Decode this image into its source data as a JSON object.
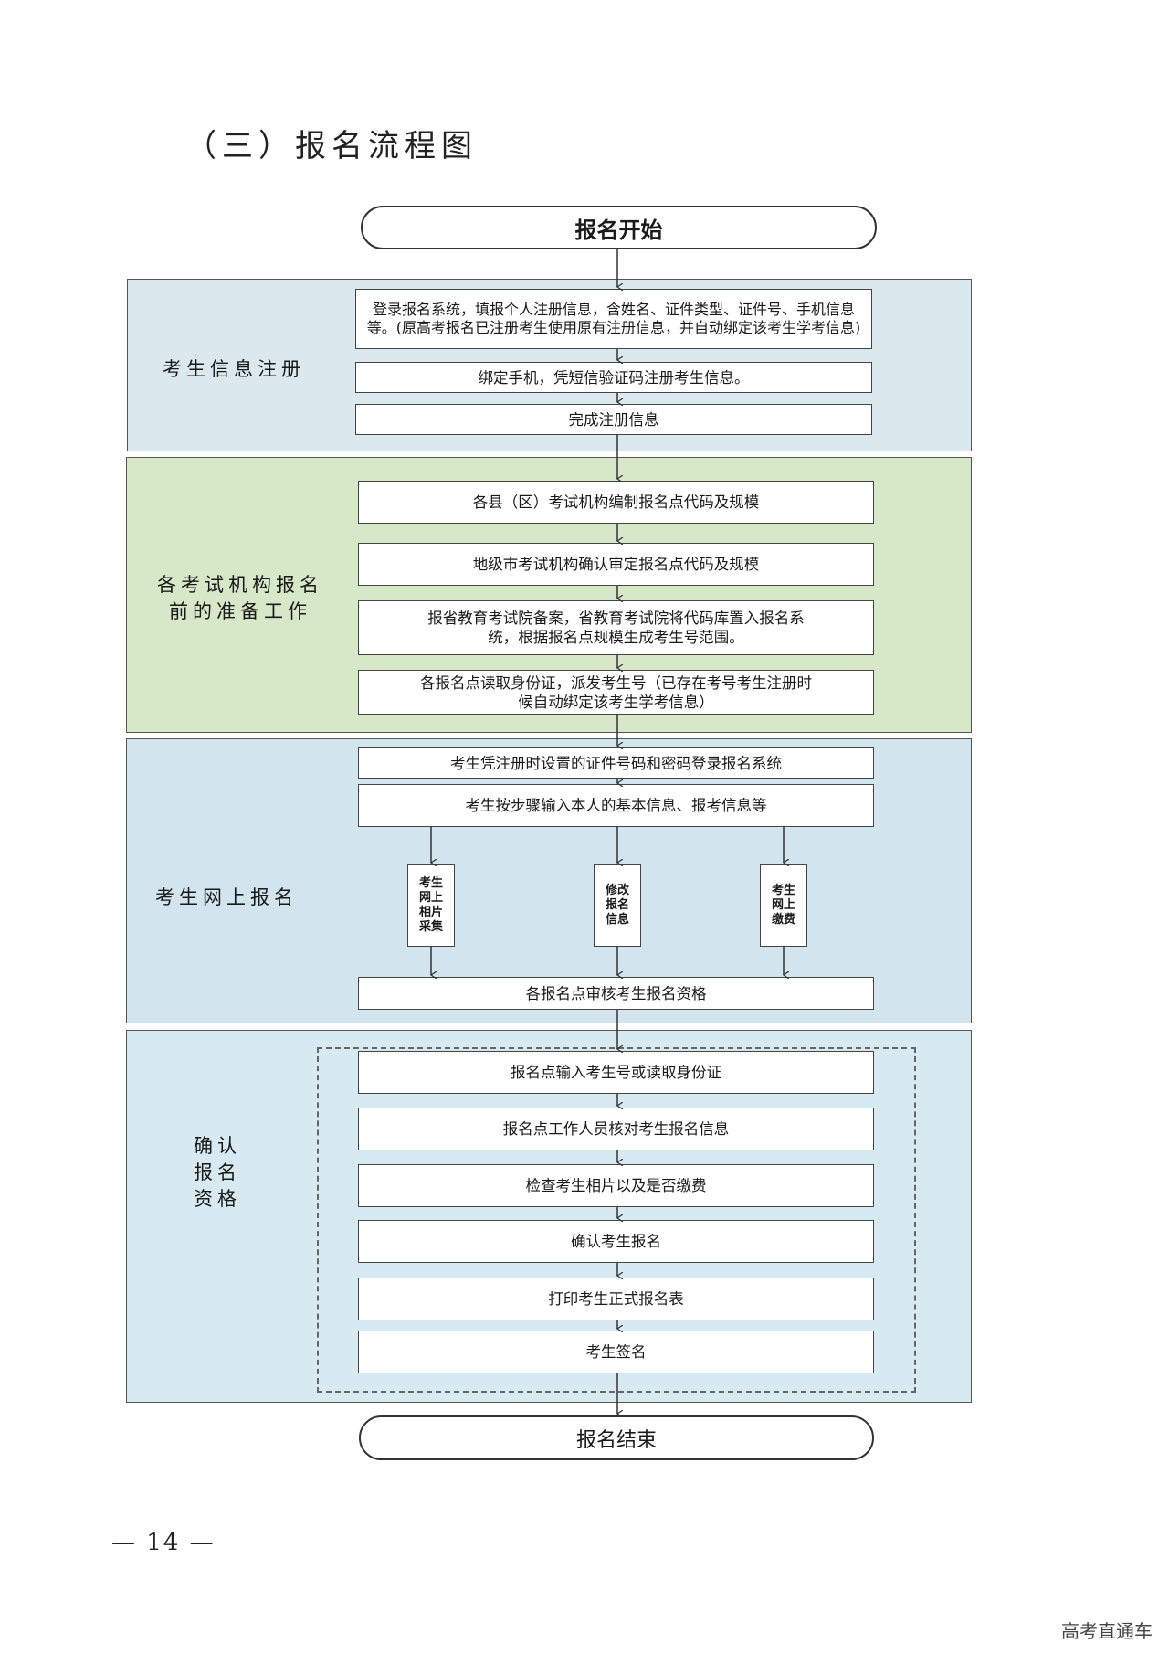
{
  "heading": "（三）报名流程图",
  "start": "报名开始",
  "end": "报名结束",
  "sections": {
    "registration": {
      "label": "考生信息注册",
      "steps": [
        "登录报名系统，填报个人注册信息，含姓名、证件类型、证件号、手机信息等。(原高考报名已注册考生使用原有注册信息，并自动绑定该考生学考信息)",
        "绑定手机，凭短信验证码注册考生信息。",
        "完成注册信息"
      ]
    },
    "preparation": {
      "label_line1": "各考试机构报名",
      "label_line2": "前的准备工作",
      "steps": [
        "各县（区）考试机构编制报名点代码及规模",
        "地级市考试机构确认审定报名点代码及规模",
        "报省教育考试院备案，省教育考试院将代码库置入报名系统，根据报名点规模生成考生号范围。",
        "各报名点读取身份证，派发考生号（已存在考号考生注册时候自动绑定该考生学考信息）"
      ]
    },
    "online": {
      "label": "考生网上报名",
      "steps": [
        "考生凭注册时设置的证件号码和密码登录报名系统",
        "考生按步骤输入本人的基本信息、报考信息等"
      ],
      "branches": [
        "考生网上相片采集",
        "修改报名信息",
        "考生网上缴费"
      ],
      "review": "各报名点审核考生报名资格"
    },
    "confirm": {
      "label_line1": "确认",
      "label_line2": "报名",
      "label_line3": "资格",
      "steps": [
        "报名点输入考生号或读取身份证",
        "报名点工作人员核对考生报名信息",
        "检查考生相片以及是否缴费",
        "确认考生报名",
        "打印考生正式报名表",
        "考生签名"
      ]
    }
  },
  "page_number": "— 14 —",
  "watermark": "高考直通车"
}
